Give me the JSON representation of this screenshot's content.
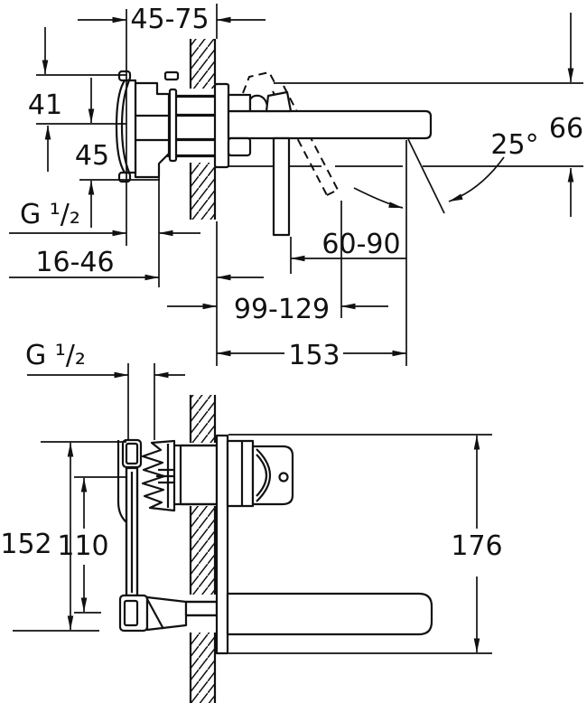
{
  "top_view": {
    "dim_depth_range": "45-75",
    "dim_upper_height": "41",
    "dim_lower_height": "45",
    "thread_label": "G ¹/₂",
    "dim_recess_range": "16-46",
    "dim_lever_range": "60-90",
    "dim_angle": "25°",
    "dim_spout_drop": "66",
    "dim_outlet_range": "99-129",
    "dim_spout_reach": "153"
  },
  "bottom_view": {
    "thread_label": "G ¹/₂",
    "dim_connection_height": "152",
    "dim_bracket_height": "110",
    "dim_trim_height": "176"
  }
}
